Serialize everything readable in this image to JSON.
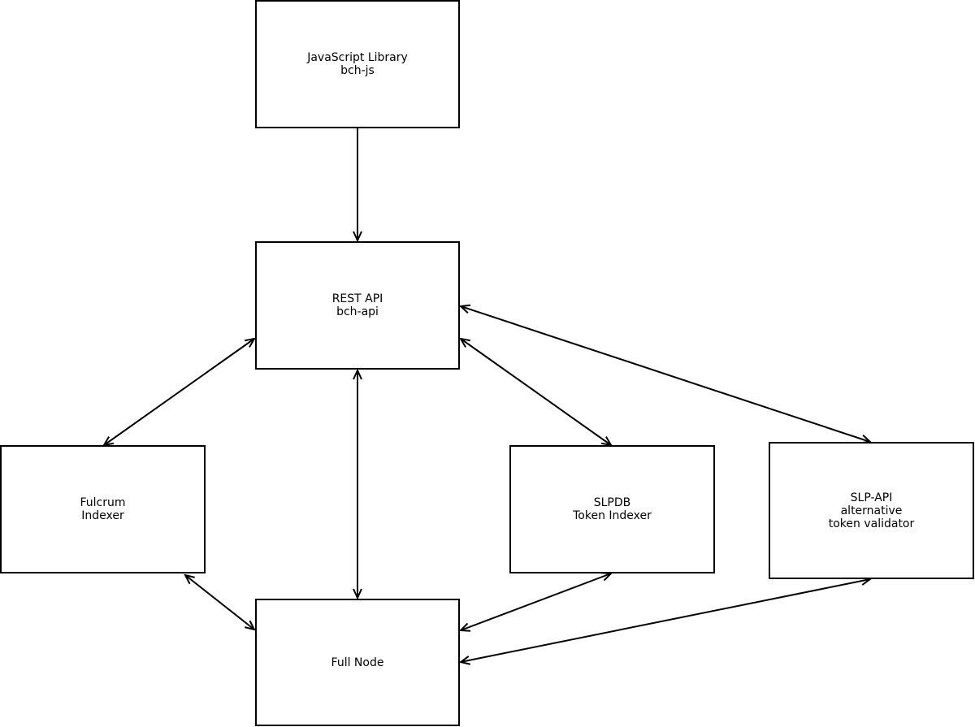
{
  "nodes": {
    "bchjs": {
      "lines": [
        "JavaScript Library",
        "bch-js"
      ]
    },
    "restapi": {
      "lines": [
        "REST API",
        "bch-api"
      ]
    },
    "fulcrum": {
      "lines": [
        "Fulcrum",
        "Indexer"
      ]
    },
    "slpdb": {
      "lines": [
        "SLPDB",
        "Token Indexer"
      ]
    },
    "slpapi": {
      "lines": [
        "SLP-API",
        "alternative",
        "token validator"
      ]
    },
    "fullnode": {
      "lines": [
        "Full Node"
      ]
    }
  },
  "edges": [
    {
      "from": "bchjs",
      "to": "restapi",
      "direction": "one-way"
    },
    {
      "from": "restapi",
      "to": "fulcrum",
      "direction": "two-way"
    },
    {
      "from": "restapi",
      "to": "fullnode",
      "direction": "two-way"
    },
    {
      "from": "restapi",
      "to": "slpdb",
      "direction": "two-way"
    },
    {
      "from": "restapi",
      "to": "slpapi",
      "direction": "two-way"
    },
    {
      "from": "fulcrum",
      "to": "fullnode",
      "direction": "two-way"
    },
    {
      "from": "slpdb",
      "to": "fullnode",
      "direction": "two-way"
    },
    {
      "from": "slpapi",
      "to": "fullnode",
      "direction": "two-way"
    }
  ],
  "colors": {
    "stroke": "#000000",
    "background": "#ffffff"
  }
}
